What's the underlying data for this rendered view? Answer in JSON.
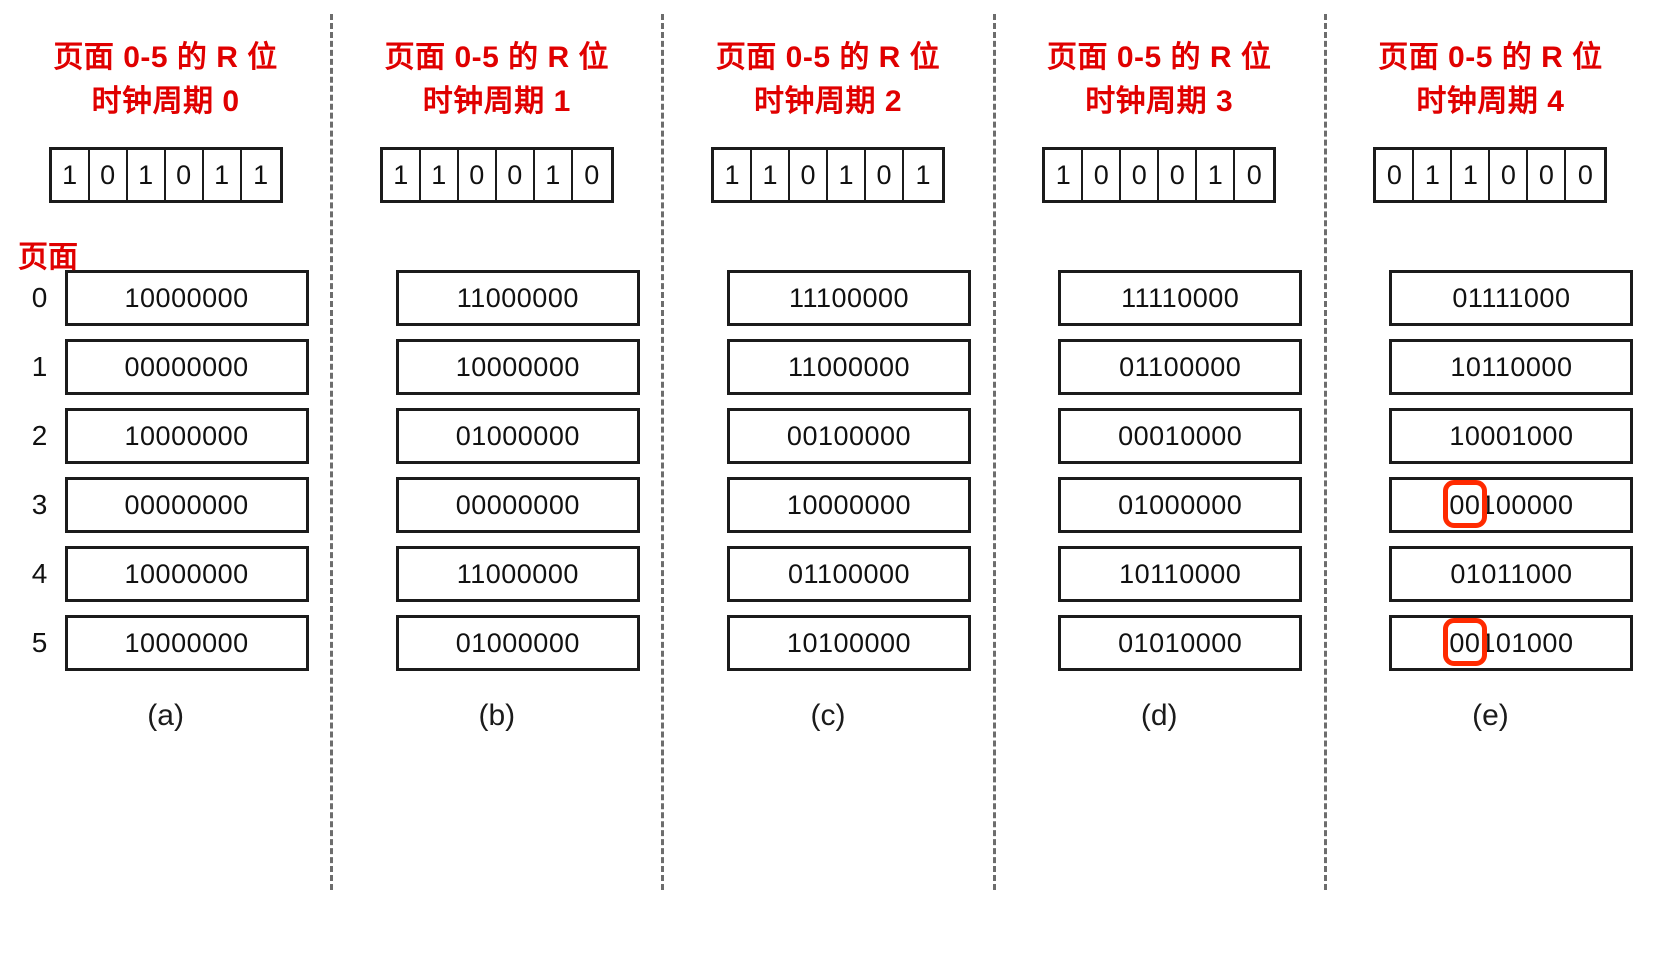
{
  "figure": {
    "pages_caption": "页面",
    "row_labels": [
      "0",
      "1",
      "2",
      "3",
      "4",
      "5"
    ],
    "accent_red": "#e00000",
    "highlight_red": "#ff2a00",
    "ink": "#1b1b1b"
  },
  "columns": [
    {
      "header_line1": "页面 0-5 的 R 位",
      "header_line2": "时钟周期 0",
      "rbits": [
        "1",
        "0",
        "1",
        "0",
        "1",
        "1"
      ],
      "registers": [
        "10000000",
        "00000000",
        "10000000",
        "00000000",
        "10000000",
        "10000000"
      ],
      "highlights": [],
      "caption": "(a)"
    },
    {
      "header_line1": "页面 0-5 的 R 位",
      "header_line2": "时钟周期 1",
      "rbits": [
        "1",
        "1",
        "0",
        "0",
        "1",
        "0"
      ],
      "registers": [
        "11000000",
        "10000000",
        "01000000",
        "00000000",
        "11000000",
        "01000000"
      ],
      "highlights": [],
      "caption": "(b)"
    },
    {
      "header_line1": "页面 0-5 的 R 位",
      "header_line2": "时钟周期 2",
      "rbits": [
        "1",
        "1",
        "0",
        "1",
        "0",
        "1"
      ],
      "registers": [
        "11100000",
        "11000000",
        "00100000",
        "10000000",
        "01100000",
        "10100000"
      ],
      "highlights": [],
      "caption": "(c)"
    },
    {
      "header_line1": "页面 0-5 的 R 位",
      "header_line2": "时钟周期 3",
      "rbits": [
        "1",
        "0",
        "0",
        "0",
        "1",
        "0"
      ],
      "registers": [
        "11110000",
        "01100000",
        "00010000",
        "01000000",
        "10110000",
        "01010000"
      ],
      "highlights": [],
      "caption": "(d)"
    },
    {
      "header_line1": "页面 0-5 的 R 位",
      "header_line2": "时钟周期 4",
      "rbits": [
        "0",
        "1",
        "1",
        "0",
        "0",
        "0"
      ],
      "registers": [
        "01111000",
        "10110000",
        "10001000",
        "00100000",
        "01011000",
        "00101000"
      ],
      "highlights": [
        3,
        5
      ],
      "caption": "(e)"
    }
  ]
}
